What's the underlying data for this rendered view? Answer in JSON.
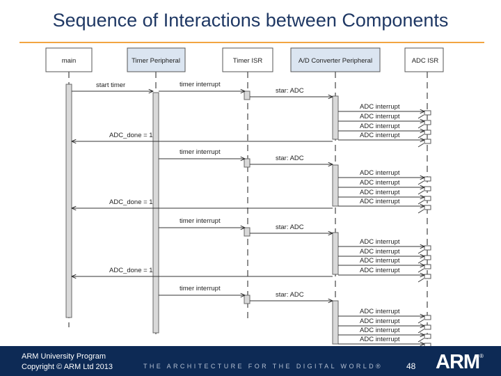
{
  "slide": {
    "title": "Sequence of Interactions between Components",
    "footer_line1": "ARM University Program",
    "footer_line2": "Copyright © ARM Ltd 2013",
    "tagline": "THE ARCHITECTURE FOR THE DIGITAL WORLD®",
    "page_number": "48",
    "logo_text": "ARM",
    "logo_mark": "®"
  },
  "diagram": {
    "participants": [
      "main",
      "Timer Peripheral",
      "Timer ISR",
      "A/D Converter Peripheral",
      "ADC ISR"
    ],
    "messages": {
      "start_timer": "start timer",
      "timer_interrupt": "timer interrupt",
      "start_adc": "star: ADC",
      "adc_interrupt": "ADC interrupt",
      "adc_done": "ADC_done = 1"
    }
  }
}
